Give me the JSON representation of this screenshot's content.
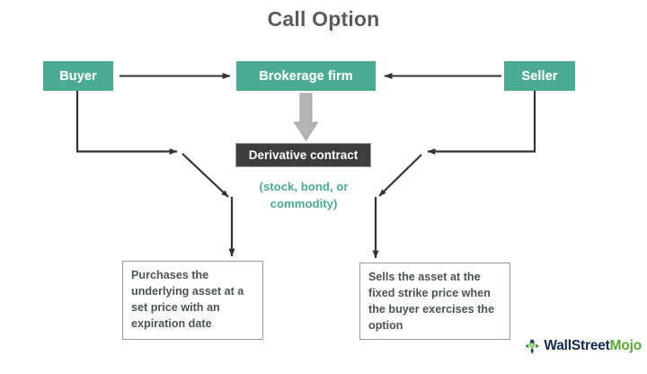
{
  "title": "Call Option",
  "colors": {
    "teal": "#4aab92",
    "dark_box": "#3d3d3d",
    "text_box_border": "#9a9a9a",
    "arrow": "#333333",
    "block_arrow": "#b3b3b3",
    "note_text": "#4aab92",
    "title_text": "#5b5b5b",
    "brand_navy": "#142a4d",
    "brand_green": "#5aa832"
  },
  "nodes": {
    "buyer": "Buyer",
    "brokerage_firm": "Brokerage firm",
    "seller": "Seller",
    "derivative_contract": "Derivative contract",
    "underlying_note": "(stock, bond, or commodity)",
    "buyer_outcome": "Purchases the underlying asset at a set price with an expiration date",
    "seller_outcome": "Sells the asset at the fixed strike price when the buyer exercises the option"
  },
  "connectors": [
    {
      "name": "buyer-to-brokerage",
      "from": "buyer",
      "to": "brokerage_firm",
      "style": "solid-arrow"
    },
    {
      "name": "seller-to-brokerage",
      "from": "seller",
      "to": "brokerage_firm",
      "style": "solid-arrow"
    },
    {
      "name": "brokerage-to-derivative",
      "from": "brokerage_firm",
      "to": "derivative_contract",
      "style": "block-arrow"
    },
    {
      "name": "buyer-to-outcome",
      "from": "buyer",
      "to": "buyer_outcome",
      "style": "elbow-arrow"
    },
    {
      "name": "seller-to-outcome",
      "from": "seller",
      "to": "seller_outcome",
      "style": "elbow-arrow"
    }
  ],
  "brand": {
    "part_a": "WallStreet",
    "part_b": "Mojo",
    "icon": "wallstreetmojo-diamond-icon"
  }
}
